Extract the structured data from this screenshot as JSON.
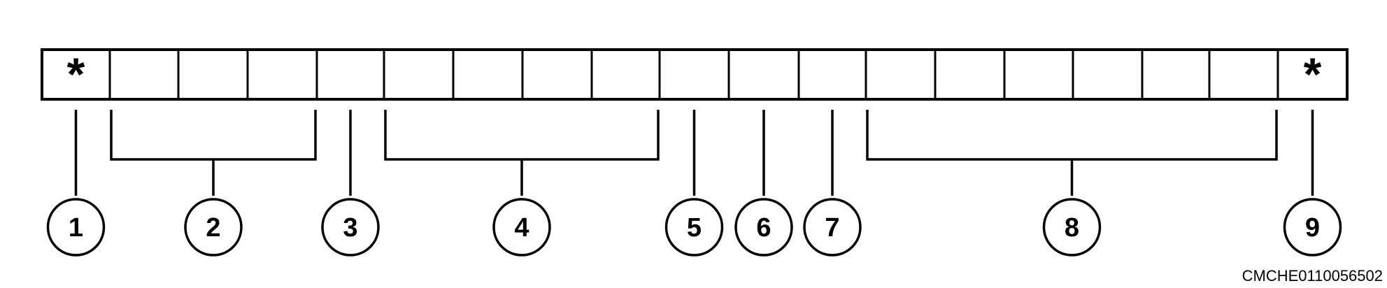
{
  "diagram": {
    "cell_count": 19,
    "start_symbol": "*",
    "end_symbol": "*",
    "callouts": [
      {
        "label": "1",
        "first_cell": 0,
        "last_cell": 0
      },
      {
        "label": "2",
        "first_cell": 1,
        "last_cell": 3
      },
      {
        "label": "3",
        "first_cell": 4,
        "last_cell": 4
      },
      {
        "label": "4",
        "first_cell": 5,
        "last_cell": 8
      },
      {
        "label": "5",
        "first_cell": 9,
        "last_cell": 9
      },
      {
        "label": "6",
        "first_cell": 10,
        "last_cell": 10
      },
      {
        "label": "7",
        "first_cell": 11,
        "last_cell": 11
      },
      {
        "label": "8",
        "first_cell": 12,
        "last_cell": 17
      },
      {
        "label": "9",
        "first_cell": 18,
        "last_cell": 18
      }
    ]
  },
  "figure_code": "CMCHE0110056502"
}
